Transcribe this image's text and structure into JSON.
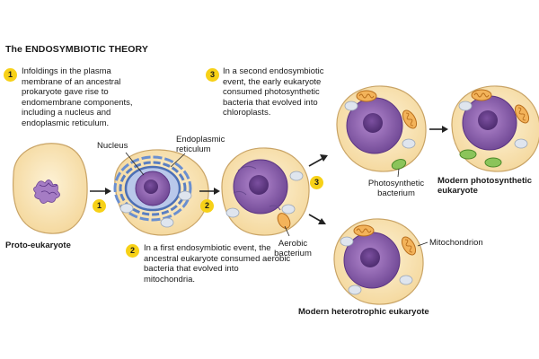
{
  "title": "The ENDOSYMBIOTIC THEORY",
  "steps": [
    {
      "number": "1",
      "text": "Infoldings in the plasma membrane of an ancestral prokaryote gave rise to endomembrane components, including a nucleus and endoplasmic reticulum."
    },
    {
      "number": "2",
      "text": "In a first endosymbiotic event, the ancestral eukaryote consumed aerobic bacteria that evolved into mitochondria."
    },
    {
      "number": "3",
      "text": "In a second endosymbiotic event, the early eukaryote consumed photosynthetic bacteria that evolved into chloroplasts."
    }
  ],
  "labels": {
    "proto": "Proto-eukaryote",
    "nucleus": "Nucleus",
    "er_line1": "Endoplasmic",
    "er_line2": "reticulum",
    "aerobic_line1": "Aerobic",
    "aerobic_line2": "bacterium",
    "photo_line1": "Photosynthetic",
    "photo_line2": "bacterium",
    "mito": "Mitochondrion",
    "modern_photo_line1": "Modern photosynthetic",
    "modern_photo_line2": "eukaryote",
    "modern_hetero": "Modern heterotrophic eukaryote"
  },
  "arrow_badges": [
    "1",
    "2",
    "3"
  ],
  "colors": {
    "cell_fill": "#f7dfad",
    "cell_stroke": "#c9a466",
    "nucleus": "#8a5ca8",
    "er": "#5a7fc2",
    "mito": "#e39a3a",
    "chloroplast": "#8bc45a",
    "badge": "#f7d117"
  }
}
